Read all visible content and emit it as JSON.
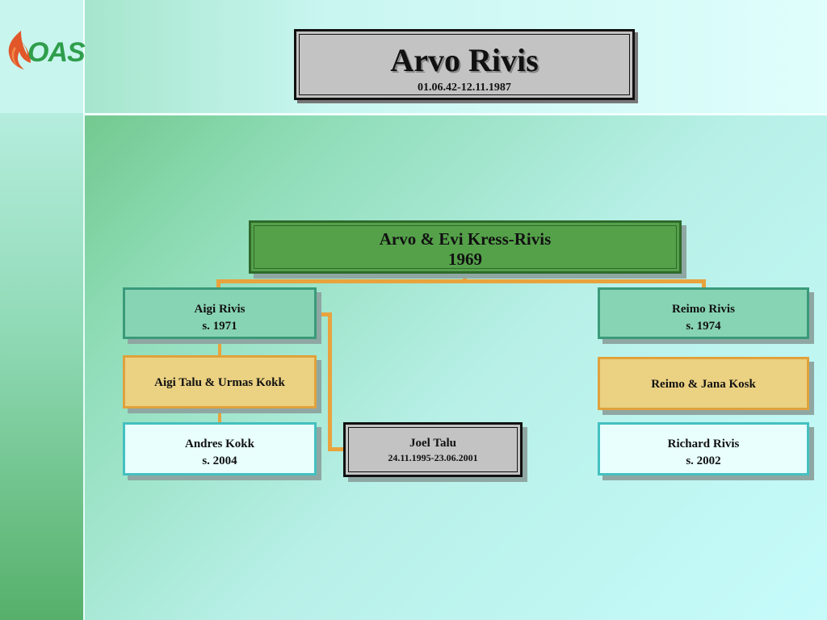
{
  "logo": {
    "text": "OAS",
    "icon": "flame-icon",
    "color": "#2f9e4b",
    "flame_color": "#e2572a"
  },
  "title": {
    "name": "Arvo Rivis",
    "dates": "01.06.42-12.11.1987"
  },
  "tree": {
    "root": {
      "line1": "Arvo & Evi Kress-Rivis",
      "line2": "1969"
    },
    "left_child": {
      "line1": "Aigi Rivis",
      "line2": "s. 1971"
    },
    "right_child": {
      "line1": "Reimo Rivis",
      "line2": "s. 1974"
    },
    "left_couple": {
      "line1": "Aigi Talu & Urmas Kokk"
    },
    "right_couple": {
      "line1": "Reimo & Jana Kosk"
    },
    "left_grandchild": {
      "line1": "Andres Kokk",
      "line2": "s. 2004"
    },
    "deceased_grandchild": {
      "line1": "Joel Talu",
      "line2": "24.11.1995-23.06.2001"
    },
    "right_grandchild": {
      "line1": "Richard Rivis",
      "line2": "s. 2002"
    }
  },
  "colors": {
    "connector": "#e8a33d",
    "root_fill": "#55a14a",
    "child_fill": "#87d4b4",
    "couple_fill": "#ebd182",
    "grandchild_fill": "#e8fffe",
    "deceased_fill": "#c3c3c3"
  }
}
